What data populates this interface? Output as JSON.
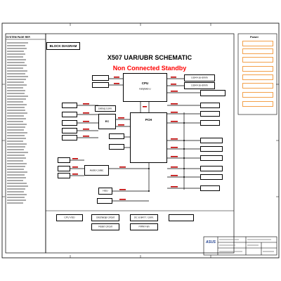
{
  "page": {
    "title": "X507 UAR/UBR SCHEMATIC",
    "subtitle": "Non Connected Standby",
    "block_diagram_label": "BLOCK DIAGRAM",
    "toc_title": "SYSTEM PAGE REF."
  },
  "blocks": {
    "cpu_line1": "CPU",
    "cpu_line2": "Kabylake-U",
    "pch_line1": "PCH",
    "ec_label": "EC",
    "ddr_a": "DDR4 so-dimm",
    "ddr_b": "DDR4 so-dimm",
    "debug_conn": "Debug Conn.",
    "audio_codec": "Audio Codec",
    "hdd": "HDD",
    "cpu_vdd": "CPU VDD",
    "discharge": "Discharge Circuit",
    "reset": "Reset Circuit",
    "dc_batt": "DC & BATT. Conn.",
    "pwm": "PWM Fan"
  },
  "notes": {
    "heading": "Power"
  },
  "titleblock": {
    "logo": "ASUS"
  },
  "colors": {
    "title": "#000000",
    "subtitle": "#ff0000",
    "signal_label": "#c00000",
    "note_border": "#f3a04a",
    "logo": "#1f3f8f"
  }
}
